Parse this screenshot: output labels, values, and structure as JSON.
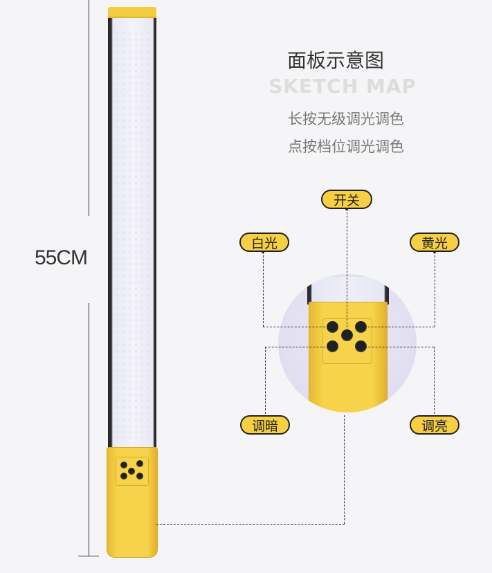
{
  "dimension": {
    "label": "55CM"
  },
  "title": {
    "cn": "面板示意图",
    "en": "SKETCH MAP"
  },
  "descriptions": [
    "长按无级调光调色",
    "点按档位调光调色"
  ],
  "labels": {
    "power": "开关",
    "white": "白光",
    "yellow": "黄光",
    "dim": "调暗",
    "bright": "调亮"
  },
  "colors": {
    "accent_yellow": "#f7cf43",
    "body_yellow": "#f6d34a",
    "background": "#f5f5f7",
    "button_black": "#1f1f1f"
  }
}
